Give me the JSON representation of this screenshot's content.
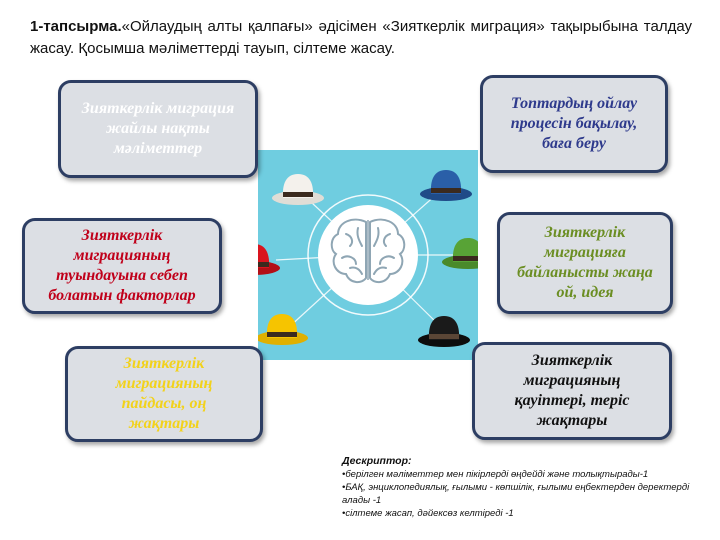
{
  "task": {
    "number": "1-тапсырма.",
    "text": "«Ойлаудың алты қалпағы» әдісімен «Зияткерлік миграция» тақырыбына талдау жасау.  Қосымша мәліметтерді тауып, сілтеме жасау."
  },
  "boxes": {
    "white": {
      "text": "Зияткерлік миграция\nжайлы нақты\nмәліметтер",
      "color": "#ffffff"
    },
    "blue": {
      "text": "Топтардың ойлау\nпроцесін бақылау,\nбаға беру",
      "color": "#2e3a8c"
    },
    "red": {
      "text": "Зияткерлік\nмиграцияның\nтуындауына себеп\nболатын факторлар",
      "color": "#c0001a"
    },
    "green": {
      "text": "Зияткерлік\nмиграцияға\nбайланысты жаңа\nой, идея",
      "color": "#6b8e23"
    },
    "yellow": {
      "text": "Зияткерлік\nмиграцияның\nпайдасы, оң\nжақтары",
      "color": "#f2d21b"
    },
    "black": {
      "text": "Зияткерлік\nмиграцияның\nқауіптері, теріс\nжақтары",
      "color": "#111111"
    }
  },
  "hats": {
    "white": "#f4f1ec",
    "blue": "#2a5fa8",
    "green": "#58a336",
    "black": "#1a1a1a",
    "yellow": "#f6c400",
    "red": "#d9141e",
    "band": "#3b2a1e"
  },
  "descriptor": {
    "title": "Дескриптор:",
    "items": [
      "•берілген мәліметтер мен пікірлерді өңдейді және толықтырады-1",
      "•БАҚ, энциклопедиялық, ғылыми - көпшілік, ғылыми еңбектерден деректерді алады -1",
      "•сілтеме жасап, дәйексөз келтіреді -1"
    ]
  }
}
